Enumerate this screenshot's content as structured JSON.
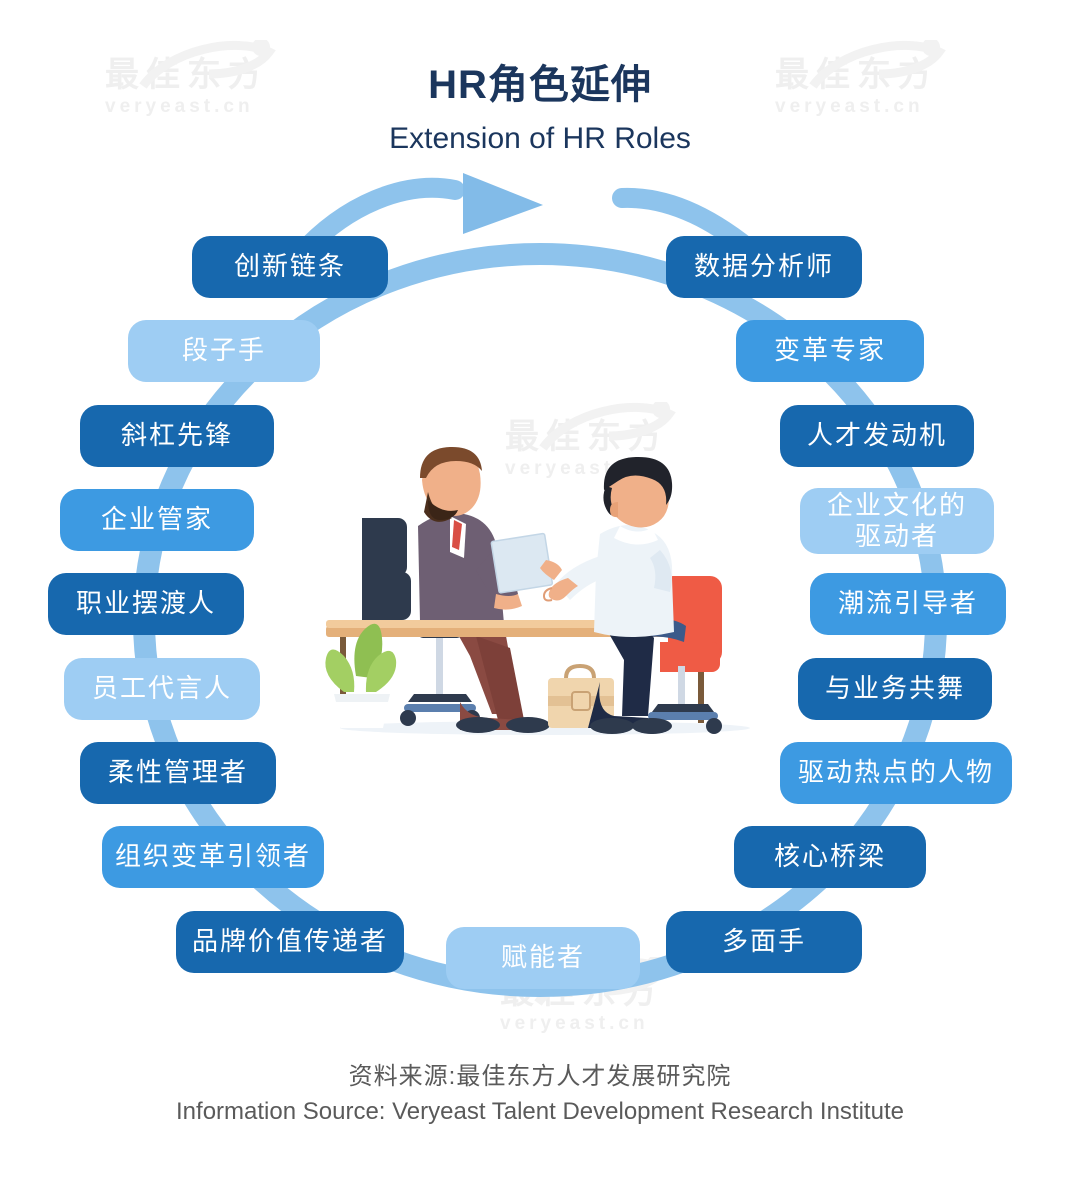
{
  "header": {
    "title_cn": "HR角色延伸",
    "title_en": "Extension of HR Roles"
  },
  "watermark": {
    "text_cn": "最佳东方",
    "text_en": "veryeast.cn",
    "logo_name": "veryeast-swoosh-logo"
  },
  "diagram": {
    "type": "cycle-ring",
    "arrow_label": "clockwise-flow-arrow",
    "center_illustration": "two-people-interview-at-desk",
    "colors": {
      "dark_blue": "#1768ae",
      "mid_blue": "#3d9ae2",
      "light_blue": "#9ecdf3",
      "connector_blue": "#8ec3ec",
      "title_navy": "#1b365d",
      "footer_grey": "#5a5a5a"
    },
    "nodes": [
      {
        "id": 1,
        "label": "创新链条",
        "tone": "dark",
        "side": "left"
      },
      {
        "id": 2,
        "label": "段子手",
        "tone": "light",
        "side": "left"
      },
      {
        "id": 3,
        "label": "斜杠先锋",
        "tone": "dark",
        "side": "left"
      },
      {
        "id": 4,
        "label": "企业管家",
        "tone": "mid",
        "side": "left"
      },
      {
        "id": 5,
        "label": "职业摆渡人",
        "tone": "dark",
        "side": "left"
      },
      {
        "id": 6,
        "label": "员工代言人",
        "tone": "light",
        "side": "left"
      },
      {
        "id": 7,
        "label": "柔性管理者",
        "tone": "dark",
        "side": "left"
      },
      {
        "id": 8,
        "label": "组织变革引领者",
        "tone": "mid",
        "side": "left"
      },
      {
        "id": 9,
        "label": "品牌价值传递者",
        "tone": "dark",
        "side": "left"
      },
      {
        "id": 10,
        "label": "赋能者",
        "tone": "light",
        "side": "bottom"
      },
      {
        "id": 11,
        "label": "多面手",
        "tone": "dark",
        "side": "right"
      },
      {
        "id": 12,
        "label": "核心桥梁",
        "tone": "dark",
        "side": "right"
      },
      {
        "id": 13,
        "label": "驱动热点的人物",
        "tone": "mid",
        "side": "right"
      },
      {
        "id": 14,
        "label": "与业务共舞",
        "tone": "dark",
        "side": "right"
      },
      {
        "id": 15,
        "label": "潮流引导者",
        "tone": "mid",
        "side": "right"
      },
      {
        "id": 16,
        "label": "企业文化的\n驱动者",
        "label_line1": "企业文化的",
        "label_line2": "驱动者",
        "tone": "light",
        "side": "right"
      },
      {
        "id": 17,
        "label": "人才发动机",
        "tone": "dark",
        "side": "right"
      },
      {
        "id": 18,
        "label": "变革专家",
        "tone": "mid",
        "side": "right"
      },
      {
        "id": 19,
        "label": "数据分析师",
        "tone": "dark",
        "side": "right"
      }
    ]
  },
  "footer": {
    "source_cn": "资料来源:最佳东方人才发展研究院",
    "source_en": "Information Source: Veryeast Talent Development Research Institute"
  }
}
